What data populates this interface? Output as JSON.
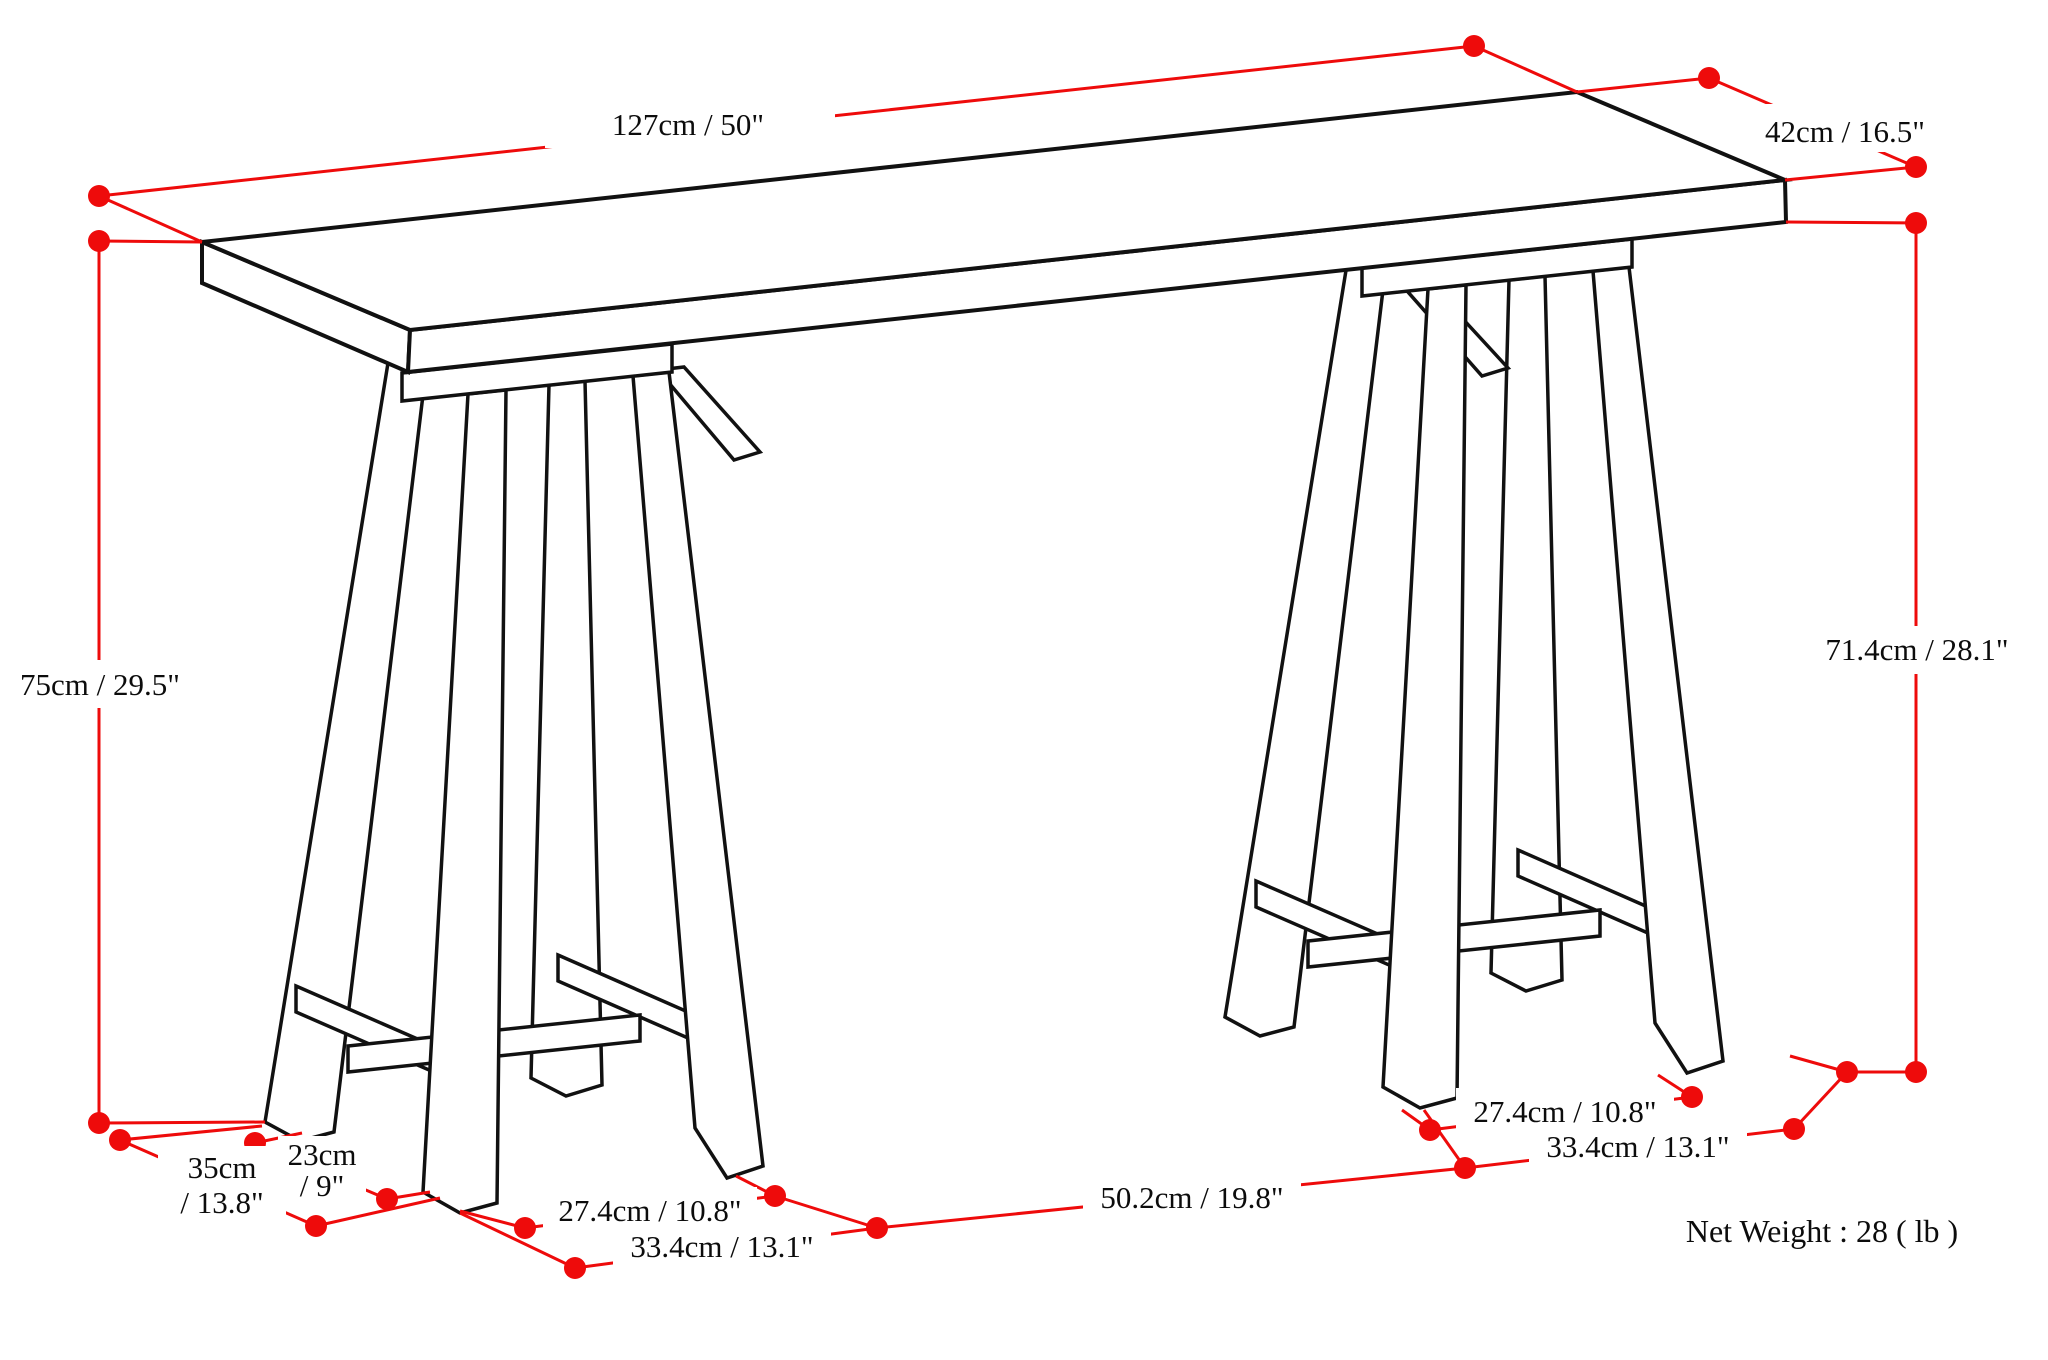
{
  "diagram": {
    "type": "furniture-dimension-drawing",
    "product": "sawhorse console desk line drawing",
    "colors": {
      "dimension_red": "#ee0b0b",
      "line_black": "#111111",
      "background": "#ffffff"
    },
    "net_weight": "Net Weight : 28 ( lb )",
    "dims": {
      "d127": {
        "label": "127cm / 50\""
      },
      "d42": {
        "label": "42cm / 16.5\""
      },
      "d75": {
        "label": "75cm / 29.5\""
      },
      "d714": {
        "label": "71.4cm / 28.1\""
      },
      "d35": {
        "line1": "35cm",
        "line2": "/ 13.8\""
      },
      "d23": {
        "line1": "23cm",
        "line2": "/ 9\""
      },
      "d274L": {
        "label": "27.4cm / 10.8\""
      },
      "d334L": {
        "label": "33.4cm / 13.1\""
      },
      "d502": {
        "label": "50.2cm / 19.8\""
      },
      "d274R": {
        "label": "27.4cm / 10.8\""
      },
      "d334R": {
        "label": "33.4cm / 13.1\""
      }
    }
  }
}
